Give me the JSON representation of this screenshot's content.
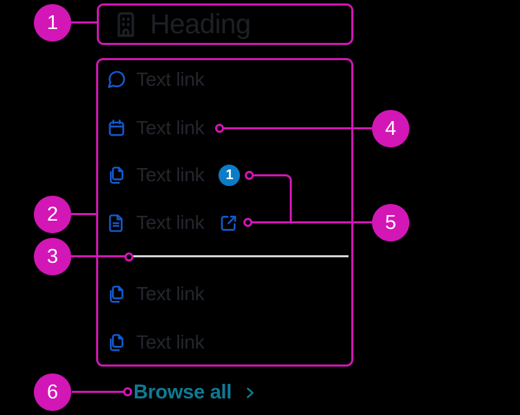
{
  "colors": {
    "background": "#000000",
    "annotation_magenta": "#d316b6",
    "icon_blue": "#1559cf",
    "badge_blue": "#0c7cc7",
    "heading_text": "#1d2126",
    "link_text": "#23272d",
    "divider_gray": "#d5d7da",
    "browse_all_teal": "#0e7b94"
  },
  "heading_card": {
    "title": "Heading",
    "icon": "building-icon"
  },
  "menu": {
    "items": [
      {
        "icon": "chat-icon",
        "label": "Text link"
      },
      {
        "icon": "calendar-icon",
        "label": "Text link"
      },
      {
        "icon": "copy-icon",
        "label": "Text link",
        "badge": "1"
      },
      {
        "icon": "file-text-icon",
        "label": "Text link",
        "trailing_icon": "external-link-icon"
      },
      {
        "type": "divider"
      },
      {
        "icon": "copy-icon",
        "label": "Text link"
      },
      {
        "icon": "copy-icon",
        "label": "Text link"
      }
    ]
  },
  "footer": {
    "browse_all_label": "Browse all",
    "chevron_icon": "chevron-right-icon"
  },
  "callouts": [
    {
      "number": "1"
    },
    {
      "number": "2"
    },
    {
      "number": "3"
    },
    {
      "number": "4"
    },
    {
      "number": "5"
    },
    {
      "number": "6"
    }
  ]
}
